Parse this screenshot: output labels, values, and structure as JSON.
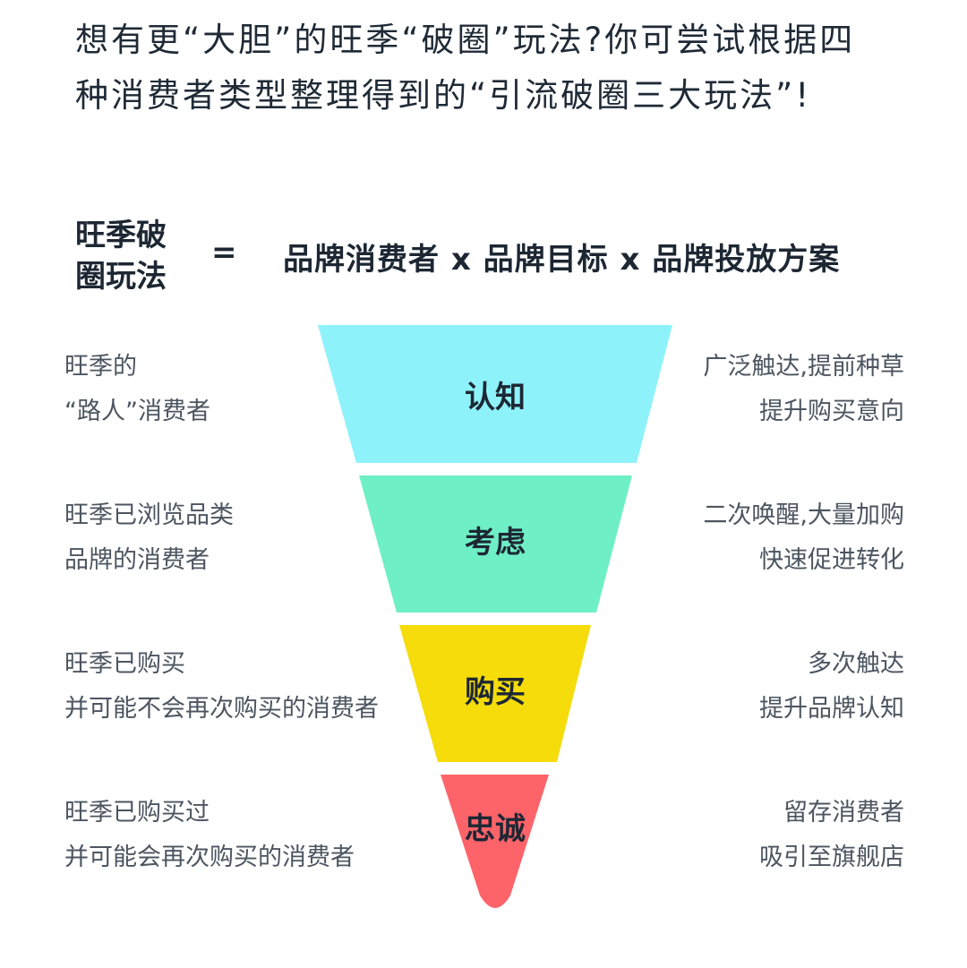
{
  "intro": {
    "line1": "想有更“大胆”的旺季“破圈”玩法?你可尝试根据四",
    "line2": "种消费者类型整理得到的“引流破圈三大玩法”!"
  },
  "formula": {
    "left_line1": "旺季破",
    "left_line2": "圈玩法",
    "equals": "=",
    "right": "品牌消费者 x 品牌目标 x 品牌投放方案"
  },
  "stages": [
    {
      "label": "认知",
      "color": "#8ef2fb",
      "left_line1": "旺季的",
      "left_line2": "“路人”消费者",
      "right_line1": "广泛触达,提前种草",
      "right_line2": "提升购买意向"
    },
    {
      "label": "考虑",
      "color": "#6fefc5",
      "left_line1": "旺季已浏览品类",
      "left_line2": "品牌的消费者",
      "right_line1": "二次唤醒,大量加购",
      "right_line2": "快速促进转化"
    },
    {
      "label": "购买",
      "color": "#f5dc0a",
      "left_line1": "旺季已购买",
      "left_line2": "并可能不会再次购买的消费者",
      "right_line1": "多次触达",
      "right_line2": "提升品牌认知"
    },
    {
      "label": "忠诚",
      "color": "#fd646a",
      "left_line1": "旺季已购买过",
      "left_line2": "并可能会再次购买的消费者",
      "right_line1": "留存消费者",
      "right_line2": "吸引至旗舰店"
    }
  ]
}
